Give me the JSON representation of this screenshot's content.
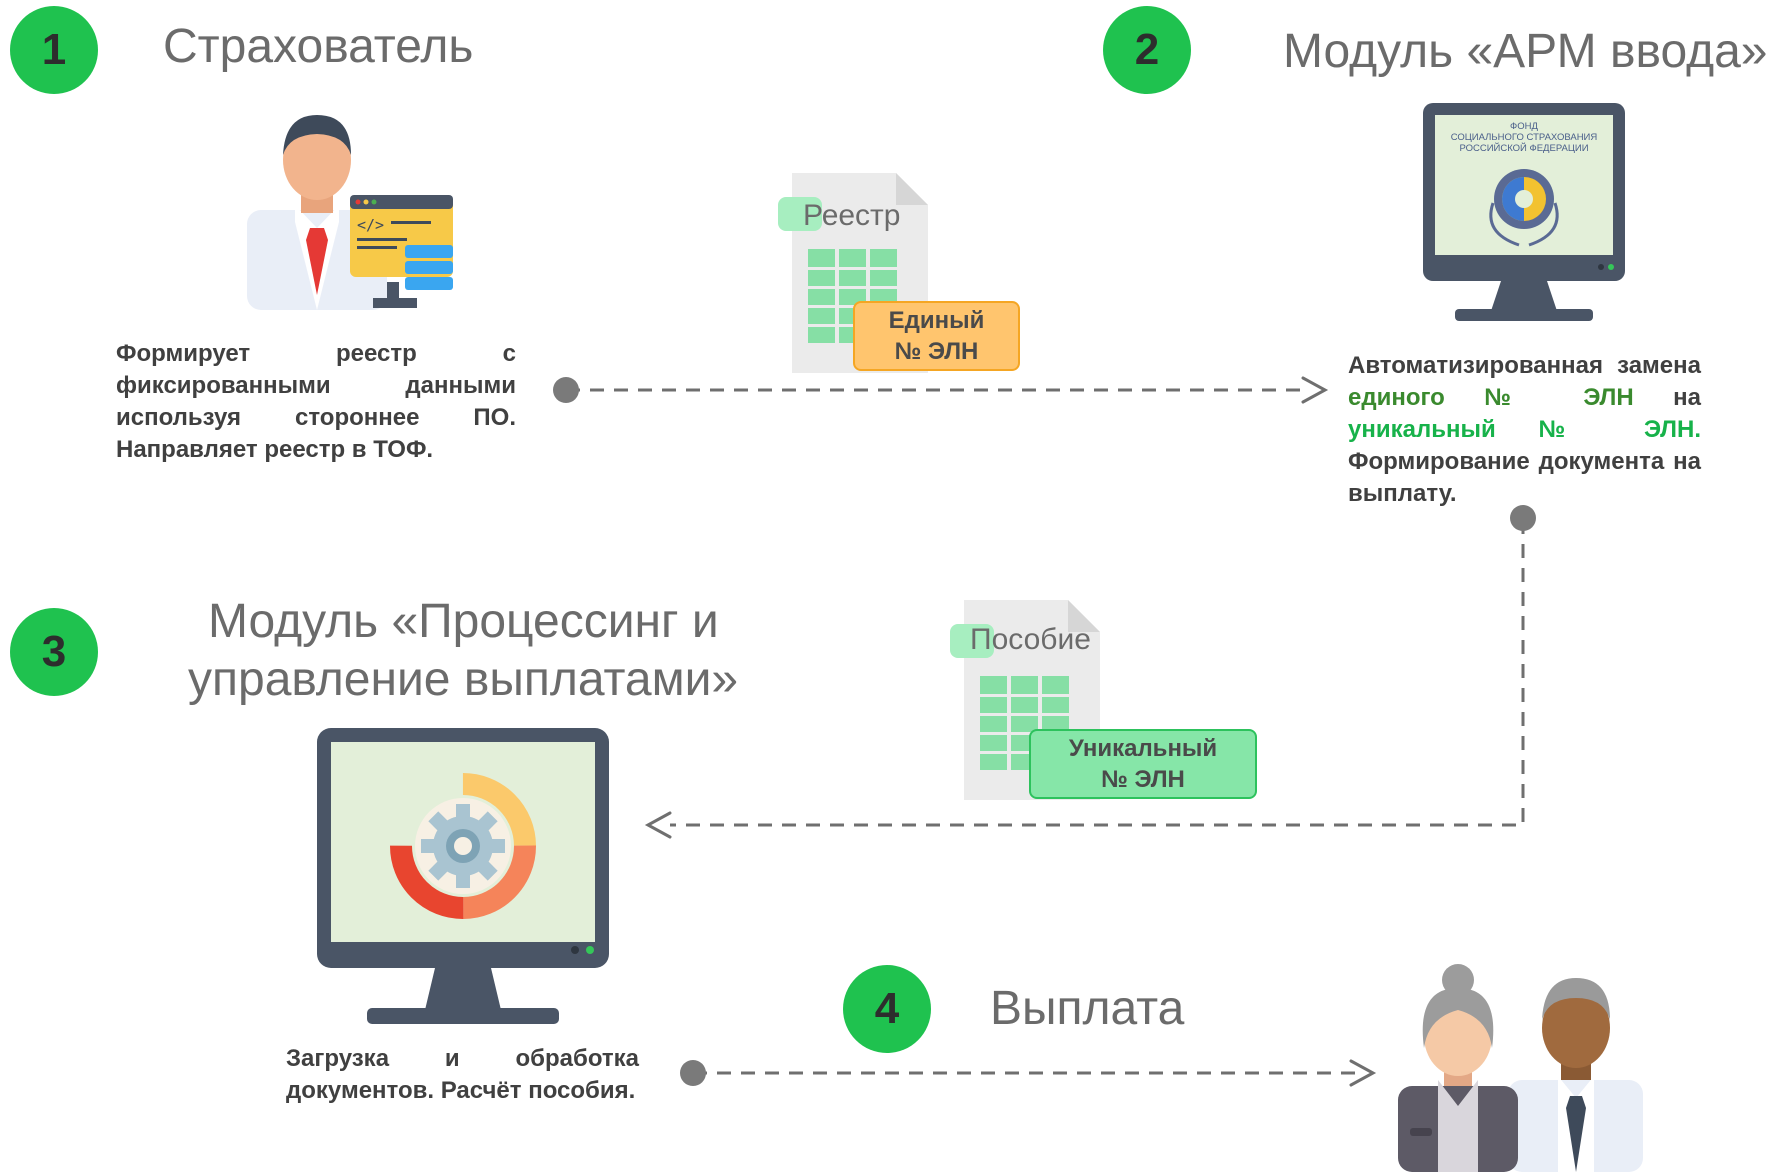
{
  "steps": [
    {
      "number": "1",
      "title": "Страхователь",
      "description": "Формирует реестр с фиксированными данными используя стороннее ПО. Направляет реестр в ТОФ."
    },
    {
      "number": "2",
      "title": "Модуль «АРМ ввода»",
      "description_parts": [
        "Автоматизированная замена ",
        "единого № ЭЛН",
        " на ",
        "уникальный № ЭЛН.",
        " Формирование документа на выплату."
      ]
    },
    {
      "number": "3",
      "title_line1": "Модуль «Процессинг и",
      "title_line2": "управление выплатами»",
      "description": "Загрузка и обработка документов. Расчёт пособия."
    },
    {
      "number": "4",
      "title": "Выплата"
    }
  ],
  "documents": [
    {
      "label": "Реестр",
      "tag_line1": "Единый",
      "tag_line2": "№ ЭЛН"
    },
    {
      "label": "Пособие",
      "tag_line1": "Уникальный",
      "tag_line2": "№ ЭЛН"
    }
  ],
  "fss_seal": {
    "line1": "ФОНД",
    "line2": "СОЦИАЛЬНОГО СТРАХОВАНИЯ",
    "line3": "РОССИЙСКОЙ ФЕДЕРАЦИИ"
  },
  "colors": {
    "badge": "#1fc24f",
    "highlight_dark": "#3a8a2e",
    "highlight_bright": "#17b24a",
    "tag_orange": "#ffc56e",
    "tag_green": "#86e6a8"
  },
  "icons": [
    "person-with-code-window-icon",
    "spreadsheet-document-icon",
    "fss-monitor-icon",
    "processing-monitor-icon",
    "pensioners-icon"
  ]
}
